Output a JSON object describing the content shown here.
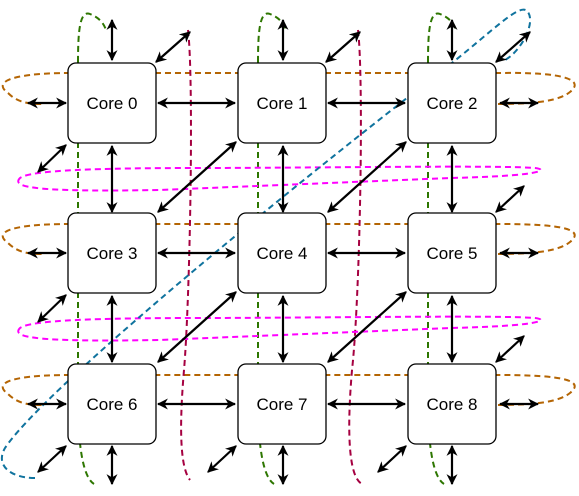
{
  "cores": [
    {
      "label": "Core 0"
    },
    {
      "label": "Core 1"
    },
    {
      "label": "Core 2"
    },
    {
      "label": "Core 3"
    },
    {
      "label": "Core 4"
    },
    {
      "label": "Core 5"
    },
    {
      "label": "Core 6"
    },
    {
      "label": "Core 7"
    },
    {
      "label": "Core 8"
    }
  ],
  "colors": {
    "row_wrap": "#b46504",
    "col_wrap": "#2d7600",
    "diag_wrap": "#a50040",
    "row_offset_wrap": "#ff00ff",
    "long_diag": "#10739e",
    "arrow": "#000000",
    "box_stroke": "#000000",
    "box_fill": "#ffffff"
  }
}
